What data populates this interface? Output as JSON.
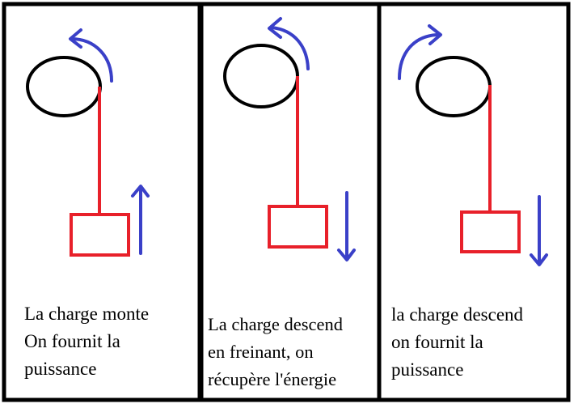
{
  "colors": {
    "frame": "#000000",
    "rope_and_load": "#e8202a",
    "motion_arrows": "#3a40c8",
    "pulley": "#000000",
    "background": "#ffffff"
  },
  "panels": [
    {
      "name": "panel-1",
      "pulley_rotation": "counterclockwise",
      "load_direction": "up",
      "caption_lines": [
        "La charge monte",
        "On fournit la",
        "puissance"
      ]
    },
    {
      "name": "panel-2",
      "pulley_rotation": "counterclockwise",
      "load_direction": "down",
      "caption_lines": [
        "La charge descend",
        "en freinant, on",
        "récupère l'énergie"
      ]
    },
    {
      "name": "panel-3",
      "pulley_rotation": "clockwise",
      "load_direction": "down",
      "caption_lines": [
        "la charge descend",
        "on fournit la",
        "puissance"
      ]
    }
  ]
}
